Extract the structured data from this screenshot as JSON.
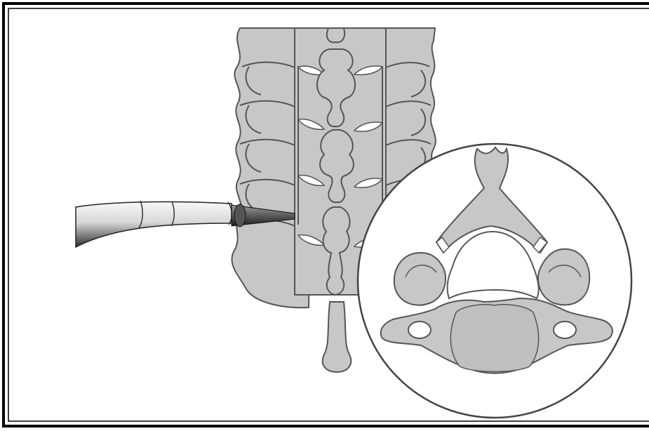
{
  "figure": {
    "subject": "cervical-laminectomy-illustration",
    "panels": [
      "posterior-spine-view",
      "axial-vertebra-inset"
    ],
    "instrument": "high-speed-burr"
  },
  "colors": {
    "frame": "#000000",
    "background": "#ffffff",
    "bone_fill": "#c7c7c7",
    "bone_outline": "#555555",
    "inset_circle": "#444444",
    "instrument_light": "#e4e4e4",
    "instrument_dark": "#3c3c3c"
  }
}
